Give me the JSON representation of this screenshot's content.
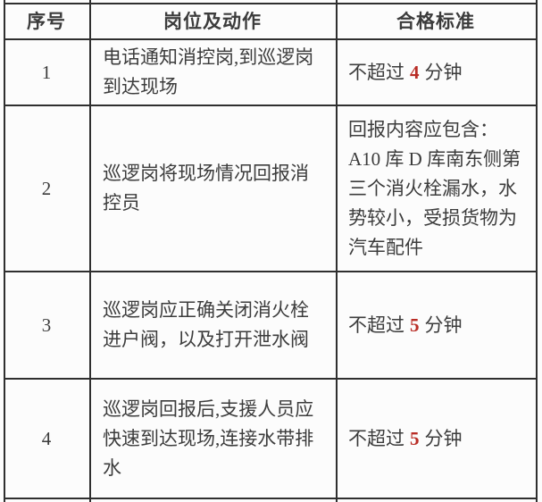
{
  "table": {
    "headers": {
      "no": "序号",
      "action": "岗位及动作",
      "standard": "合格标准"
    },
    "rows": [
      {
        "no": "1",
        "action": "电话通知消控岗,到巡逻岗\n到达现场",
        "std_prefix": "不超过",
        "std_number": "4",
        "std_suffix": "分钟"
      },
      {
        "no": "2",
        "action": "巡逻岗将现场情况回报消\n控员",
        "std_text": "回报内容应包含：\nA10 库 D 库南东侧第\n三个消火栓漏水，水\n势较小，受损货物为\n汽车配件"
      },
      {
        "no": "3",
        "action": "巡逻岗应正确关闭消火栓\n进户阀，以及打开泄水阀",
        "std_prefix": "不超过",
        "std_number": "5",
        "std_suffix": "分钟"
      },
      {
        "no": "4",
        "action": "巡逻岗回报后,支援人员应\n快速到达现场,连接水带排\n水",
        "std_prefix": "不超过",
        "std_number": "5",
        "std_suffix": "分钟"
      }
    ],
    "colors": {
      "accent_red": "#b92d26",
      "text": "#3c3c3c",
      "border": "#2f2f2f",
      "background": "#fcfcfc"
    }
  }
}
